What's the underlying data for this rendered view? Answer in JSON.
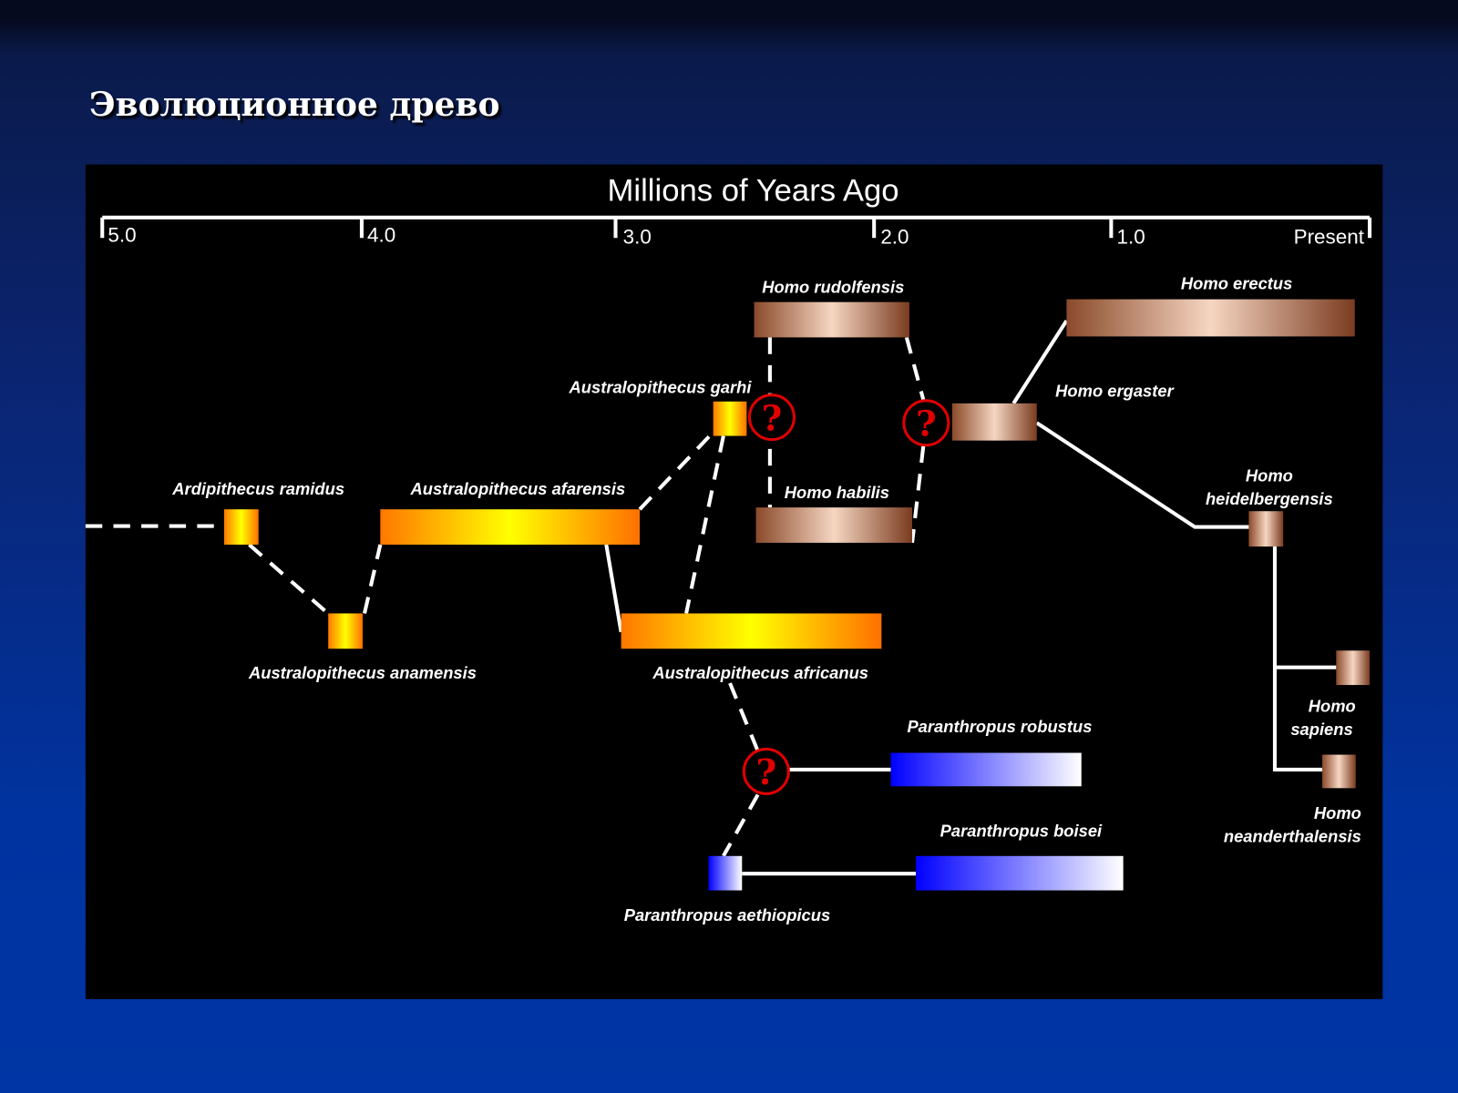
{
  "slide": {
    "title": "Эволюционное древо"
  },
  "diagram": {
    "axis_title": "Millions of Years Ago",
    "ticks": [
      "5.0",
      "4.0",
      "3.0",
      "2.0",
      "1.0",
      "Present"
    ],
    "uncertain_mark": "?",
    "colors": {
      "australopith": "#ff8000",
      "homo": "#a0603a",
      "paranthropus": "#0000ff",
      "uncertain": "#e00000"
    },
    "species": {
      "ardipithecus_ramidus": "Ardipithecus ramidus",
      "australopithecus_anamensis": "Australopithecus anamensis",
      "australopithecus_afarensis": "Australopithecus afarensis",
      "australopithecus_garhi": "Australopithecus garhi",
      "australopithecus_africanus": "Australopithecus africanus",
      "homo_rudolfensis": "Homo rudolfensis",
      "homo_habilis": "Homo habilis",
      "homo_erectus": "Homo erectus",
      "homo_ergaster": "Homo ergaster",
      "homo_heidelbergensis_1": "Homo",
      "homo_heidelbergensis_2": "heidelbergensis",
      "homo_sapiens_1": "Homo",
      "homo_sapiens_2": "sapiens",
      "homo_neanderthalensis_1": "Homo",
      "homo_neanderthalensis_2": "neanderthalensis",
      "paranthropus_robustus": "Paranthropus robustus",
      "paranthropus_boisei": "Paranthropus boisei",
      "paranthropus_aethiopicus": "Paranthropus aethiopicus"
    }
  }
}
